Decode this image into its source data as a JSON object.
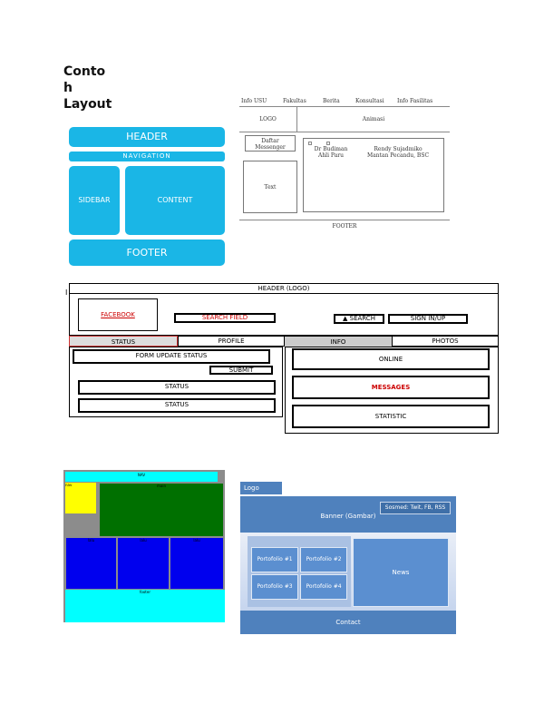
{
  "title": "Conto\nh\nLayout",
  "diagram1": {
    "header": "HEADER",
    "navigation": "NAVIGATION",
    "sidebar": "SIDEBAR",
    "content": "CONTENT",
    "footer": "FOOTER"
  },
  "diagram2": {
    "nav_items": [
      "Info USU",
      "Fakultas",
      "Berita",
      "Konsultasi",
      "Info Fasilitas"
    ],
    "logo": "LOGO",
    "animasi": "Animasi",
    "daftar_messenger": "Daftar\nMessenger",
    "text": "Text",
    "person1": "Dr Budiman\nAhli Paru",
    "person2": "Rendy Sujadmiko\nMantan Pecandu, BSC",
    "footer": "FOOTER"
  },
  "diagram3": {
    "header": "HEADER (LOGO)",
    "row_marker": "I",
    "facebook": "FACEBOOK",
    "search_field": "SEARCH FIELD",
    "btn_search": "▲ SEARCH",
    "btn_sign": "SIGN IN/UP",
    "tabs": [
      "STATUS",
      "PROFILE",
      "INFO",
      "PHOTOS"
    ],
    "form": "FORM UPDATE STATUS",
    "submit": "SUBMIT",
    "status1": "STATUS",
    "status2": "STATUS",
    "online": "ONLINE",
    "messages": "MESSAGES",
    "statistic": "STATISTIC"
  },
  "diagram4": {
    "top": "NAV",
    "left": "nav",
    "main": "main",
    "cells": [
      "lalu",
      "lalu",
      "lalu"
    ],
    "bottom": "footer"
  },
  "diagram5": {
    "logo": "Logo",
    "social": "Sosmed: Twit, FB, RSS",
    "banner": "Banner (Gambar)",
    "portfolio": [
      "Portofolio #1",
      "Portofolio #2",
      "Portofolio #3",
      "Portofolio #4"
    ],
    "news": "News",
    "contact": "Contact"
  },
  "colors": {
    "cyan": "#1ab6e6",
    "steel_blue": "#4f81bd",
    "green": "#007000",
    "yellow": "#ffff00",
    "blue": "#0000ee",
    "aqua": "#00ffff",
    "gray": "#8c8c8c",
    "red_text": "#cc0000"
  }
}
